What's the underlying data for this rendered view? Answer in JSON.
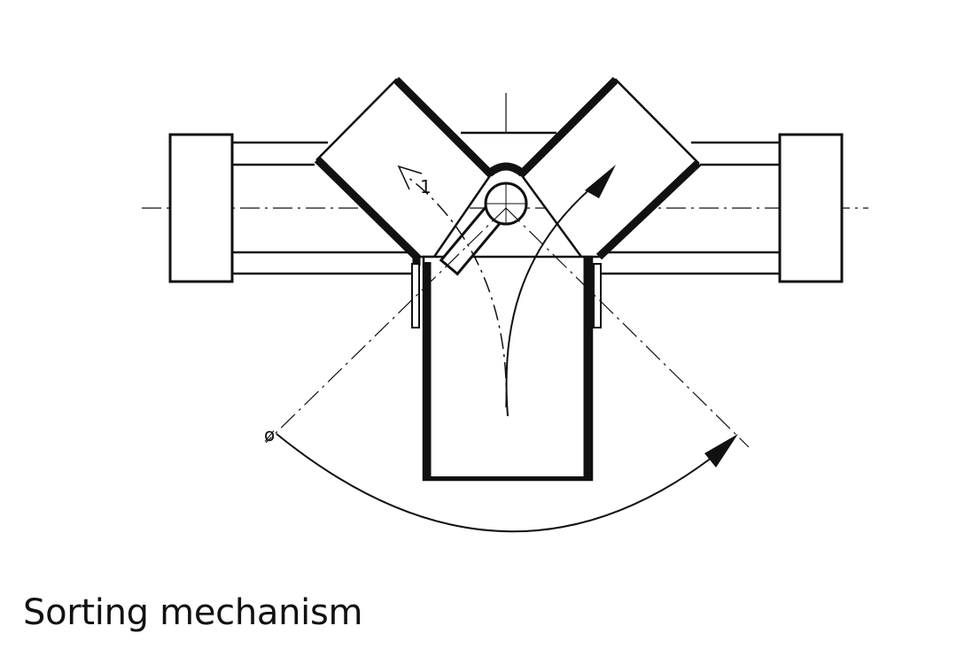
{
  "caption": "Sorting mechanism",
  "labels": {
    "angle_symbol": "ø",
    "small_mark": "1"
  },
  "colors": {
    "ink": "#111111",
    "background": "#ffffff"
  }
}
